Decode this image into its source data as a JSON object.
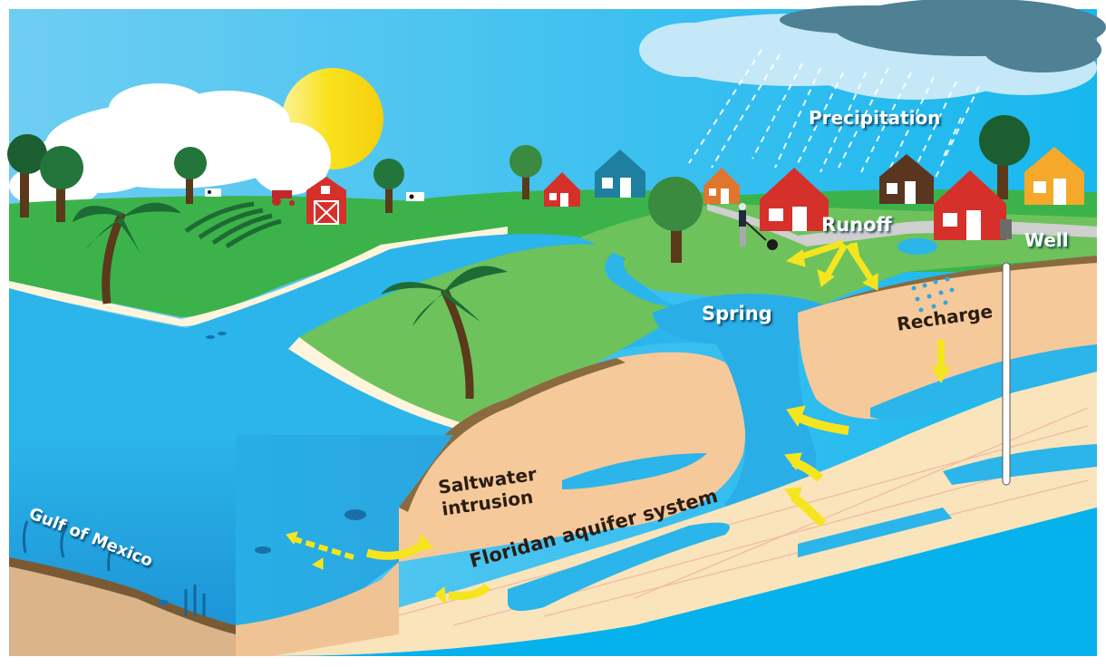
{
  "diagram": {
    "labels": {
      "precipitation": "Precipitation",
      "runoff": "Runoff",
      "well": "Well",
      "spring": "Spring",
      "recharge": "Recharge",
      "saltwater_line1": "Saltwater",
      "saltwater_line2": "intrusion",
      "aquifer": "Floridan aquifer system",
      "gulf": "Gulf of Mexico"
    },
    "colors": {
      "sky": "#3ec2ef",
      "cloud": "#ffffff",
      "rain_cloud": "#bfe6f6",
      "storm_cloud": "#4e7f93",
      "sun": "#f9dc17",
      "grass": "#3cb34a",
      "grass_light": "#6cc05a",
      "water": "#2bb5ea",
      "water_deep": "#1d8fd0",
      "sand": "#f6c99a",
      "limestone": "#f9e4bc",
      "dirt": "#8a6a3f",
      "arrow": "#f5e51f",
      "house_red": "#d6302b",
      "house_teal": "#1f7fa0",
      "house_orange": "#e0762e",
      "house_brown": "#5a3520",
      "house_yellow": "#f4a92a"
    }
  }
}
